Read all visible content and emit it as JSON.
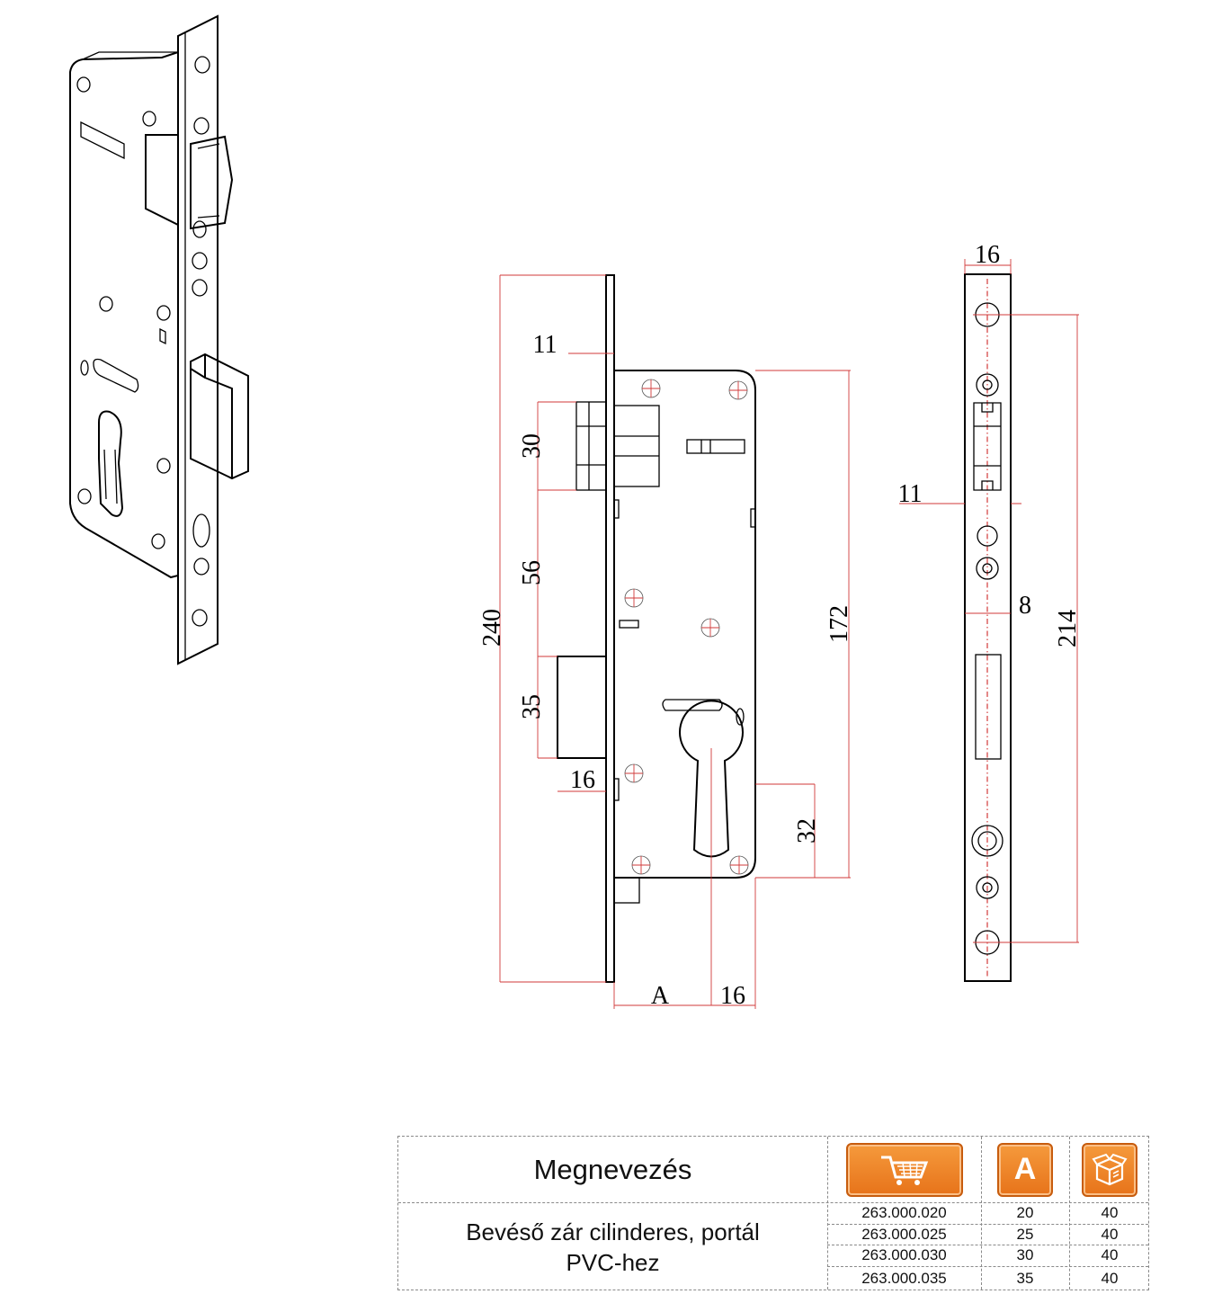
{
  "dimensions": {
    "d240": "240",
    "d11a": "11",
    "d30": "30",
    "d56": "56",
    "d35": "35",
    "d16a": "16",
    "d172": "172",
    "d32": "32",
    "dA": "A",
    "d16b": "16",
    "d16c": "16",
    "d11b": "11",
    "d8": "8",
    "d214": "214"
  },
  "table": {
    "header_label": "Megnevezés",
    "cart_icon": "shopping-cart-icon",
    "a_icon_label": "A",
    "box_icon": "package-box-icon",
    "product_name_line1": "Bevéső zár cilinderes, portál",
    "product_name_line2": "PVC-hez",
    "rows": [
      {
        "code": "263.000.020",
        "a": "20",
        "qty": "40"
      },
      {
        "code": "263.000.025",
        "a": "25",
        "qty": "40"
      },
      {
        "code": "263.000.030",
        "a": "30",
        "qty": "40"
      },
      {
        "code": "263.000.035",
        "a": "35",
        "qty": "40"
      }
    ],
    "accent_color": "#ef8427"
  }
}
